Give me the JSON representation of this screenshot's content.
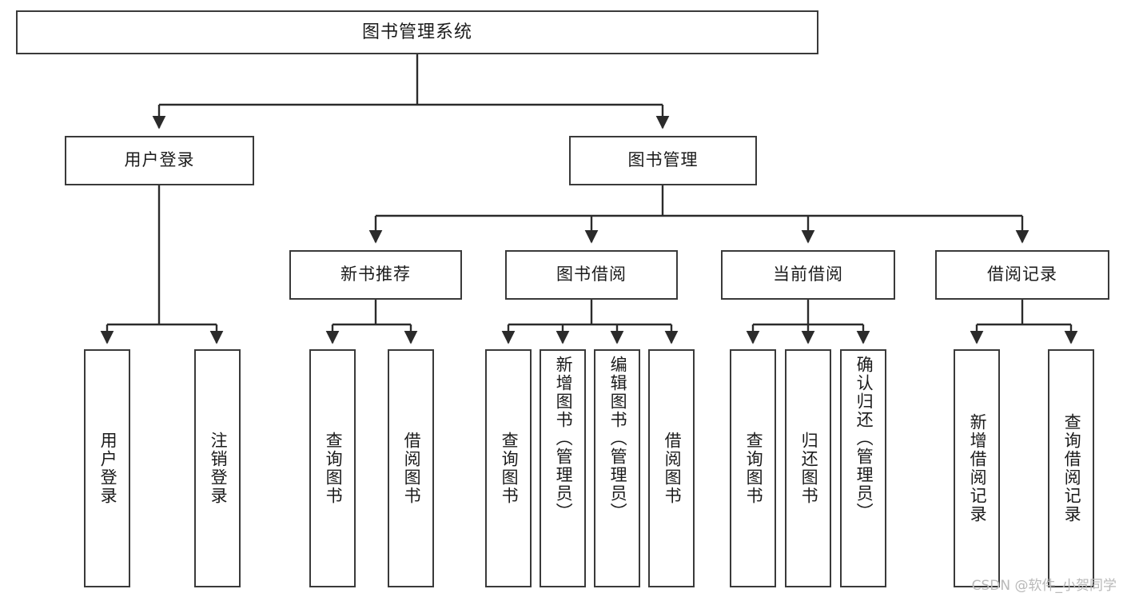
{
  "diagram": {
    "title": "图书管理系统",
    "type": "functional-structure-tree",
    "root": {
      "label": "图书管理系统"
    },
    "level2": [
      {
        "label": "用户登录"
      },
      {
        "label": "图书管理"
      }
    ],
    "level3": [
      {
        "label": "新书推荐"
      },
      {
        "label": "图书借阅"
      },
      {
        "label": "当前借阅"
      },
      {
        "label": "借阅记录"
      }
    ],
    "leaves": {
      "user_login": [
        {
          "label": "用户登录"
        },
        {
          "label": "注销登录"
        }
      ],
      "new_books": [
        {
          "label": "查询图书"
        },
        {
          "label": "借阅图书"
        }
      ],
      "book_borrow": [
        {
          "label": "查询图书"
        },
        {
          "label": "新增图书（管理员）"
        },
        {
          "label": "编辑图书（管理员）"
        },
        {
          "label": "借阅图书"
        }
      ],
      "current_borrow": [
        {
          "label": "查询图书"
        },
        {
          "label": "归还图书"
        },
        {
          "label": "确认归还（管理员）"
        }
      ],
      "borrow_records": [
        {
          "label": "新增借阅记录"
        },
        {
          "label": "查询借阅记录"
        }
      ]
    }
  },
  "watermark": {
    "text": "CSDN @软件_小贺同学"
  },
  "colors": {
    "box_border": "#3a3a3a",
    "box_fill": "#ffffff",
    "line": "#2b2b2b",
    "text": "#1b1b1b",
    "watermark": "#b9b9b9"
  }
}
